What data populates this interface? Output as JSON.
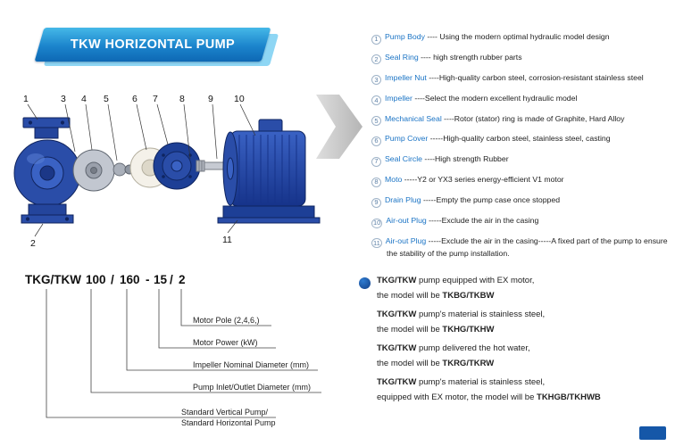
{
  "banner": {
    "title": "TKW HORIZONTAL PUMP"
  },
  "diagram": {
    "callouts": [
      "1",
      "3",
      "4",
      "5",
      "6",
      "7",
      "8",
      "9",
      "10",
      "2",
      "11"
    ]
  },
  "parts": [
    {
      "num": "1",
      "label": "Pump Body",
      "sep": " ---- ",
      "desc": "Using the modern optimal hydraulic model design"
    },
    {
      "num": "2",
      "label": "Seal Ring",
      "sep": " ---- ",
      "desc": "high strength rubber parts"
    },
    {
      "num": "3",
      "label": "Impeller Nut",
      "sep": " ----",
      "desc": "High-quality carbon steel, corrosion-resistant stainless steel"
    },
    {
      "num": "4",
      "label": "Impeller",
      "sep": " ----",
      "desc": "Select the modern excellent hydraulic model"
    },
    {
      "num": "5",
      "label": "Mechanical Seal",
      "sep": " ----",
      "desc": "Rotor (stator) ring is made of Graphite, Hard Alloy"
    },
    {
      "num": "6",
      "label": "Pump Cover",
      "sep": " -----",
      "desc": "High-quality carbon steel, stainless steel, casting"
    },
    {
      "num": "7",
      "label": "Seal Circle",
      "sep": " ----",
      "desc": "High strength Rubber"
    },
    {
      "num": "8",
      "label": "Moto",
      "sep": " -----",
      "desc": "Y2 or YX3 series energy-efficient V1 motor"
    },
    {
      "num": "9",
      "label": "Drain Plug",
      "sep": " -----",
      "desc": "Empty the pump case once stopped"
    },
    {
      "num": "10",
      "label": "Air-out Plug",
      "sep": " -----",
      "desc": "Exclude the air in the casing"
    },
    {
      "num": "11",
      "label": "Air-out Plug",
      "sep": " -----",
      "desc": "Exclude the air in the casing-----A fixed part of the pump to ensure the stability of the pump installation."
    }
  ],
  "model_code": {
    "tokens": {
      "series": "TKG/TKW",
      "inlet": "100",
      "sep1": "/",
      "impeller": "160",
      "sep2": "-",
      "power": "15",
      "sep3": "/",
      "pole": "2"
    },
    "labels": {
      "pole": "Motor Pole (2,4,6,)",
      "power": "Motor Power  (kW)",
      "impeller": "Impeller Nominal Diameter (mm)",
      "inlet": "Pump Inlet/Outlet Diameter (mm)",
      "series1": "Standard Vertical Pump/",
      "series2": "Standard  Horizontal Pump"
    }
  },
  "notes": [
    {
      "lead": "TKG/TKW",
      "rest": " pump equipped with EX motor,",
      "pre": "the model will be ",
      "model": "TKBG/TKBW"
    },
    {
      "lead": "TKG/TKW",
      "rest": " pump's material is stainless steel,",
      "pre": "the model will be ",
      "model": "TKHG/TKHW"
    },
    {
      "lead": "TKG/TKW",
      "rest": " pump delivered the hot water,",
      "pre": "the model will be ",
      "model": "TKRG/TKRW"
    },
    {
      "lead": "TKG/TKW",
      "rest": " pump's material is stainless steel,",
      "pre": "equipped with EX motor, the model will be ",
      "model": "TKHGB/TKHWB"
    }
  ]
}
